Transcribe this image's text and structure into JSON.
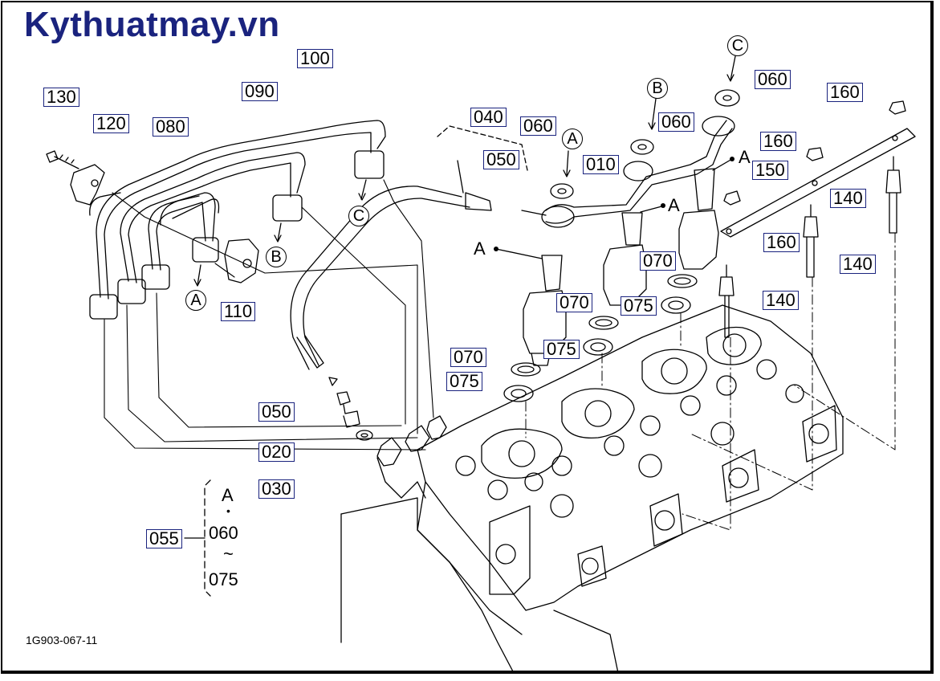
{
  "brand": "Kythuatmay.vn",
  "drawing_code": "1G903-067-11",
  "parts": {
    "p100": "100",
    "p090": "090",
    "p130": "130",
    "p120": "120",
    "p080": "080",
    "p110": "110",
    "p040": "040",
    "p050a": "050",
    "p050b": "050",
    "p060a": "060",
    "p060b": "060",
    "p060c": "060",
    "p010": "010",
    "p160a": "160",
    "p160b": "160",
    "p160c": "160",
    "p150": "150",
    "p140a": "140",
    "p140b": "140",
    "p140c": "140",
    "p070a": "070",
    "p070b": "070",
    "p070c": "070",
    "p075a": "075",
    "p075b": "075",
    "p075c": "075",
    "p020": "020",
    "p030": "030",
    "p055": "055"
  },
  "refs": {
    "circ_a1": "A",
    "circ_b1": "B",
    "circ_c1": "C",
    "circ_a2": "A",
    "circ_b2": "B",
    "circ_c2": "C",
    "a1": "A",
    "a2": "A",
    "a3": "A",
    "a4": "A"
  },
  "kit": {
    "letter": "A",
    "dot": "•",
    "from": "060",
    "tilde": "~",
    "to": "075"
  }
}
